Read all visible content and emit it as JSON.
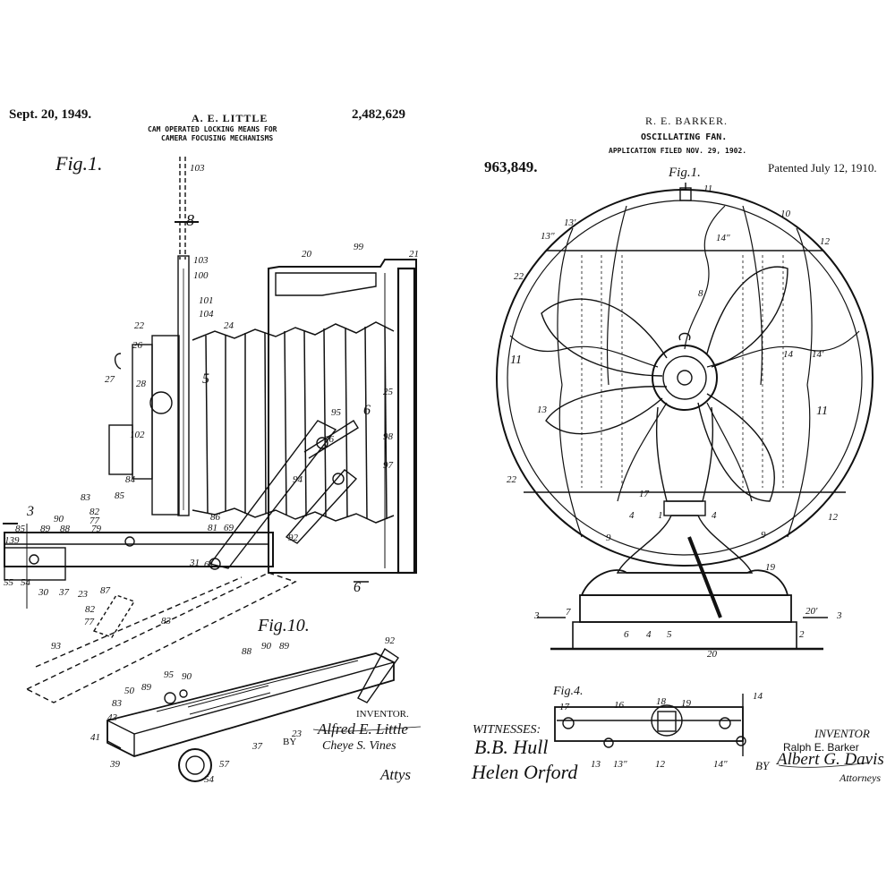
{
  "left_patent": {
    "date": "Sept. 20, 1949.",
    "inventor_name": "A. E. LITTLE",
    "title_line1": "CAM OPERATED LOCKING MEANS FOR",
    "title_line2": "CAMERA FOCUSING MECHANISMS",
    "number": "2,482,629",
    "fig_main": "Fig.1.",
    "fig_secondary": "Fig.10.",
    "inventor_label": "INVENTOR.",
    "inventor_signature": "Alfred E. Little",
    "by_label": "BY",
    "attorney_signature": "Cheye S. Vines",
    "attys_label": "Attys",
    "ref_numbers": [
      "103",
      "8",
      "103",
      "100",
      "101",
      "104",
      "99",
      "20",
      "21",
      "22",
      "26",
      "24",
      "27",
      "28",
      "5",
      "25",
      "6",
      "95",
      "98",
      "97",
      "102",
      "96",
      "94",
      "84",
      "83",
      "82",
      "77",
      "79",
      "85",
      "86",
      "81",
      "69",
      "92",
      "3",
      "90",
      "89",
      "88",
      "139",
      "85",
      "55",
      "54",
      "30",
      "37",
      "23",
      "87",
      "83",
      "31",
      "61",
      "77",
      "82",
      "93",
      "6"
    ],
    "fig10_refs": [
      "88",
      "90",
      "89",
      "92",
      "95",
      "90",
      "89",
      "50",
      "83",
      "43",
      "41",
      "39",
      "37",
      "23",
      "57",
      "54"
    ]
  },
  "right_patent": {
    "inventor_name": "R. E. BARKER.",
    "title": "OSCILLATING FAN.",
    "application": "APPLICATION FILED NOV. 29, 1902.",
    "number": "963,849.",
    "patented": "Patented July 12, 1910.",
    "fig_main": "Fig.1.",
    "fig_secondary": "Fig.4.",
    "witnesses_label": "WITNESSES:",
    "witness1_signature": "B.B. Hull",
    "witness2_signature": "Helen Orford",
    "inventor_label": "INVENTOR",
    "inventor_signature": "Ralph E. Barker",
    "by_label": "BY",
    "attorney_signature": "Albert G. Davis",
    "attorneys_label": "Attorneys",
    "ref_numbers": [
      "11",
      "10",
      "13'",
      "13\"",
      "12",
      "14\"",
      "22",
      "8",
      "11",
      "14",
      "14'",
      "11",
      "13",
      "22",
      "17",
      "4",
      "1",
      "4",
      "12",
      "9",
      "9",
      "19",
      "3",
      "7",
      "6",
      "4",
      "5",
      "20'",
      "3",
      "2",
      "20"
    ],
    "fig4_refs": [
      "17",
      "16",
      "18",
      "19",
      "14",
      "13",
      "13\"",
      "12",
      "14\""
    ]
  },
  "colors": {
    "ink": "#111111",
    "paper": "#ffffff"
  }
}
